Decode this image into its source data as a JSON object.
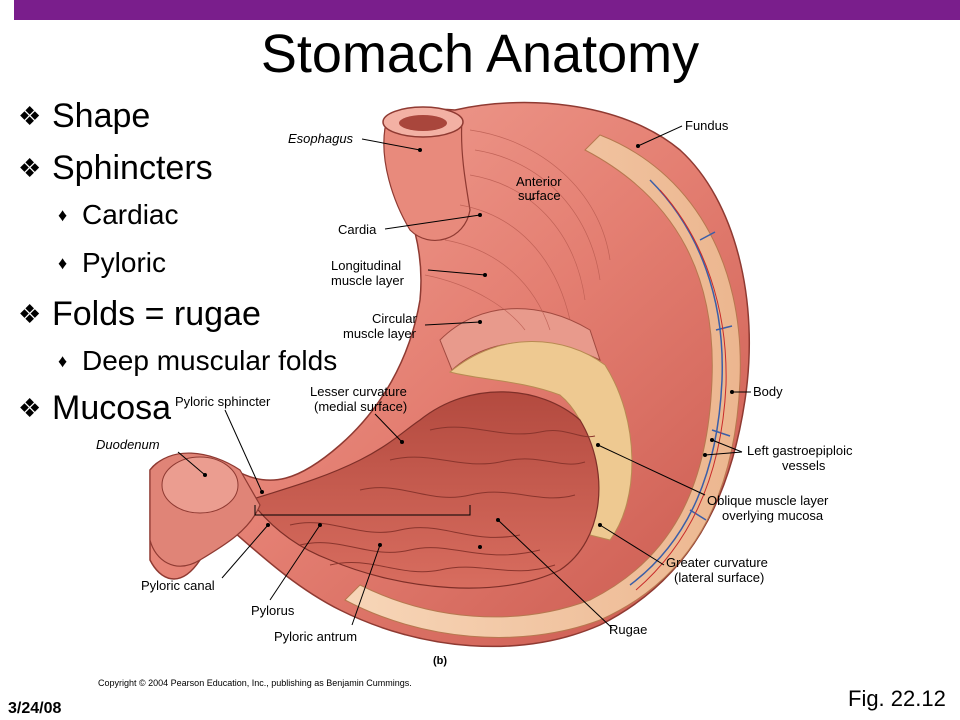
{
  "slide": {
    "title": "Stomach Anatomy",
    "date": "3/24/08",
    "figure_ref": "Fig. 22.12",
    "accent_color": "#7a1e8c"
  },
  "bullets": [
    {
      "level": 1,
      "marker": "diamond-flower-icon",
      "text": "Shape"
    },
    {
      "level": 1,
      "marker": "diamond-flower-icon",
      "text": "Sphincters"
    },
    {
      "level": 2,
      "marker": "diamond-icon",
      "text": "Cardiac"
    },
    {
      "level": 2,
      "marker": "diamond-icon",
      "text": "Pyloric"
    },
    {
      "level": 1,
      "marker": "diamond-flower-icon",
      "text": "Folds = rugae"
    },
    {
      "level": 2,
      "marker": "diamond-icon",
      "text": "Deep muscular folds"
    },
    {
      "level": 1,
      "marker": "diamond-flower-icon",
      "text": "Mucosa"
    }
  ],
  "diagram": {
    "panel_label": "(b)",
    "copyright": "Copyright © 2004 Pearson Education, Inc., publishing as Benjamin Cummings.",
    "labels": {
      "esophagus": "Esophagus",
      "fundus": "Fundus",
      "anterior_surface_1": "Anterior",
      "anterior_surface_2": "surface",
      "cardia": "Cardia",
      "longitudinal_1": "Longitudinal",
      "longitudinal_2": "muscle layer",
      "circular_1": "Circular",
      "circular_2": "muscle layer",
      "lesser_curvature_1": "Lesser curvature",
      "lesser_curvature_2": "(medial surface)",
      "pyloric_sphincter": "Pyloric sphincter",
      "duodenum": "Duodenum",
      "body": "Body",
      "left_gastroepiploic_1": "Left gastroepiploic",
      "left_gastroepiploic_2": "vessels",
      "oblique_1": "Oblique muscle layer",
      "oblique_2": "overlying mucosa",
      "greater_curvature_1": "Greater curvature",
      "greater_curvature_2": "(lateral surface)",
      "pyloric_canal": "Pyloric canal",
      "pylorus": "Pylorus",
      "pyloric_antrum": "Pyloric antrum",
      "rugae": "Rugae"
    }
  }
}
